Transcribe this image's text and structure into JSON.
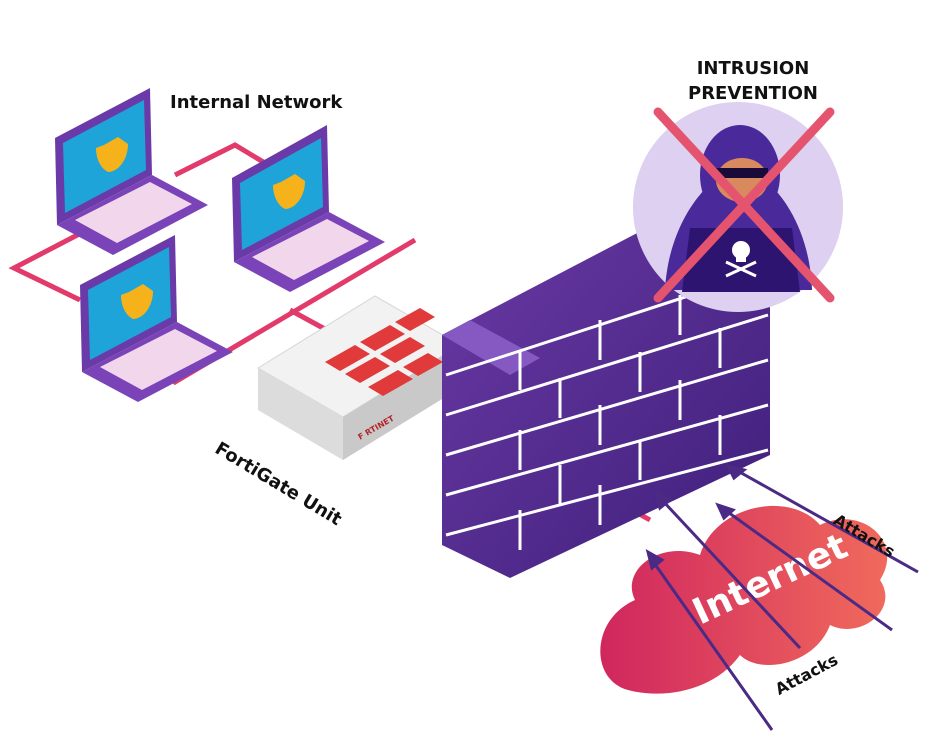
{
  "labels": {
    "internal_network": "Internal Network",
    "intrusion_prevention_line1": "INTRUSION",
    "intrusion_prevention_line2": "PREVENTION",
    "fortigate_unit": "FortiGate Unit",
    "internet": "Internet",
    "attacks_upper": "Attacks",
    "attacks_lower": "Attacks",
    "device_brand": "F RTINET"
  },
  "colors": {
    "network_line": "#e23a6b",
    "wall_front": "#5a2d91",
    "wall_mortar": "#ffffff",
    "laptop_body": "#6a3aa8",
    "laptop_screen": "#1ea4d8",
    "shield": "#f6b21a",
    "cloud": "#ef4e68",
    "hacker_bg": "#ddd0f0",
    "cross": "#e5546e",
    "attack_arrow": "#4a2a85"
  },
  "icons": [
    "laptop-icon",
    "shield-icon",
    "firewall-icon",
    "fortigate-device-icon",
    "cloud-icon",
    "hacker-icon",
    "skull-icon",
    "cross-icon",
    "arrow-icon"
  ]
}
